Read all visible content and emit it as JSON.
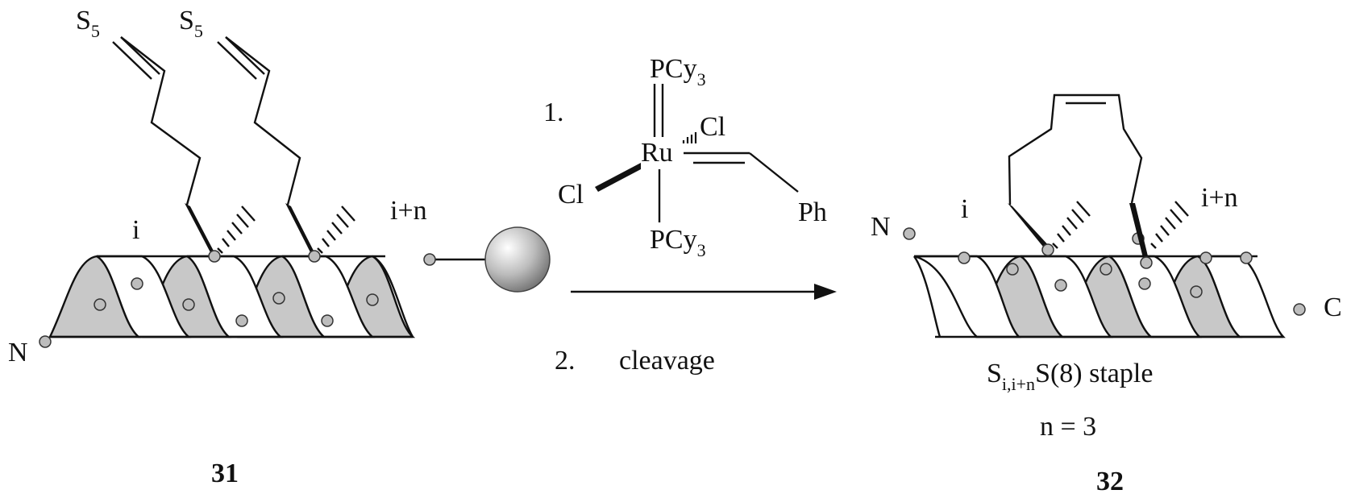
{
  "left_molecule": {
    "compound_number": "31",
    "terminus_n": "N",
    "residue_i": "i",
    "residue_i_plus_n": "i+n",
    "side_chain_1": {
      "base": "S",
      "subscript": "5"
    },
    "side_chain_2": {
      "base": "S",
      "subscript": "5"
    }
  },
  "reaction": {
    "step1_number": "1.",
    "step2_number": "2.",
    "step2_text": "cleavage",
    "catalyst": {
      "metal": "Ru",
      "ligand_top": {
        "base": "PCy",
        "subscript": "3"
      },
      "ligand_bottom": {
        "base": "PCy",
        "subscript": "3"
      },
      "chloride_1": "Cl",
      "chloride_2": "Cl",
      "phenyl": "Ph"
    }
  },
  "right_molecule": {
    "compound_number": "32",
    "terminus_n": "N",
    "terminus_c": "C",
    "residue_i": "i",
    "residue_i_plus_n": "i+n",
    "staple": {
      "prefix": "S",
      "subscript": "i,i+n",
      "suffix": "S(8) staple"
    },
    "n_value": "n = 3"
  },
  "colors": {
    "helix_band": "#c8c8c8",
    "atom_bead": "#bdbdbd",
    "ink": "#111111"
  }
}
